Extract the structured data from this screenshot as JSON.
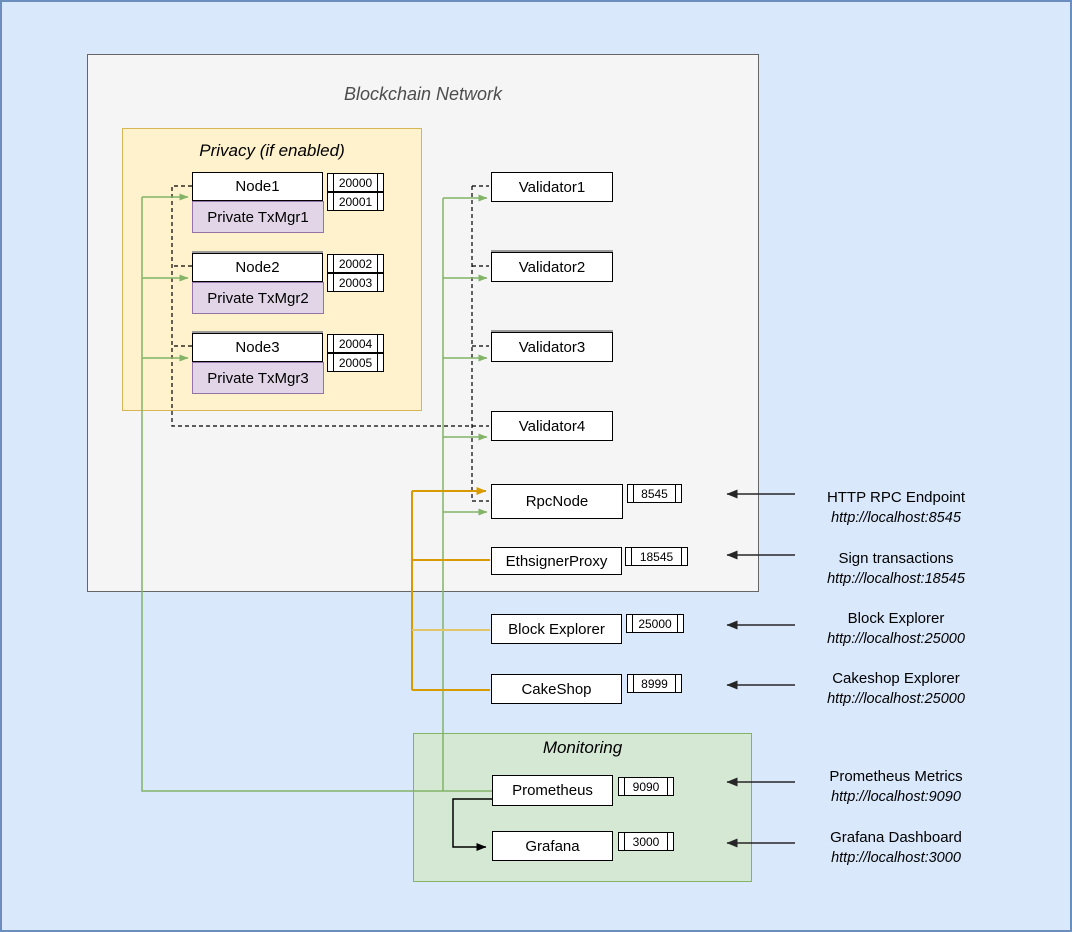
{
  "colors": {
    "canvas_bg": "#dae8fc",
    "canvas_border": "#6c8ebf",
    "network_bg": "#f5f5f5",
    "network_border": "#666666",
    "privacy_bg": "#fff2cc",
    "privacy_border": "#d6b656",
    "monitoring_bg": "#d5e8d4",
    "monitoring_border": "#82b366",
    "txmgr_bg": "#e1d5e7",
    "txmgr_border": "#9673a6",
    "green_line": "#82b366",
    "orange_line": "#d79b00",
    "black_line": "#000000"
  },
  "network": {
    "title": "Blockchain Network"
  },
  "privacy": {
    "title": "Privacy (if enabled)",
    "nodes": [
      {
        "label": "Node1",
        "txmgr": "Private TxMgr1",
        "ports": [
          "20000",
          "20001"
        ]
      },
      {
        "label": "Node2",
        "txmgr": "Private TxMgr2",
        "ports": [
          "20002",
          "20003"
        ]
      },
      {
        "label": "Node3",
        "txmgr": "Private TxMgr3",
        "ports": [
          "20004",
          "20005"
        ]
      }
    ]
  },
  "validators": [
    {
      "label": "Validator1"
    },
    {
      "label": "Validator2"
    },
    {
      "label": "Validator3"
    },
    {
      "label": "Validator4"
    }
  ],
  "services": [
    {
      "label": "RpcNode",
      "port": "8545"
    },
    {
      "label": "EthsignerProxy",
      "port": "18545"
    },
    {
      "label": "Block Explorer",
      "port": "25000"
    },
    {
      "label": "CakeShop",
      "port": "8999"
    }
  ],
  "monitoring": {
    "title": "Monitoring",
    "services": [
      {
        "label": "Prometheus",
        "port": "9090"
      },
      {
        "label": "Grafana",
        "port": "3000"
      }
    ]
  },
  "annotations": [
    {
      "title": "HTTP RPC Endpoint",
      "url": "http://localhost:8545"
    },
    {
      "title": "Sign transactions",
      "url": "http://localhost:18545"
    },
    {
      "title": "Block Explorer",
      "url": "http://localhost:25000"
    },
    {
      "title": "Cakeshop Explorer",
      "url": "http://localhost:25000"
    },
    {
      "title": "Prometheus Metrics",
      "url": "http://localhost:9090"
    },
    {
      "title": "Grafana Dashboard",
      "url": "http://localhost:3000"
    }
  ]
}
